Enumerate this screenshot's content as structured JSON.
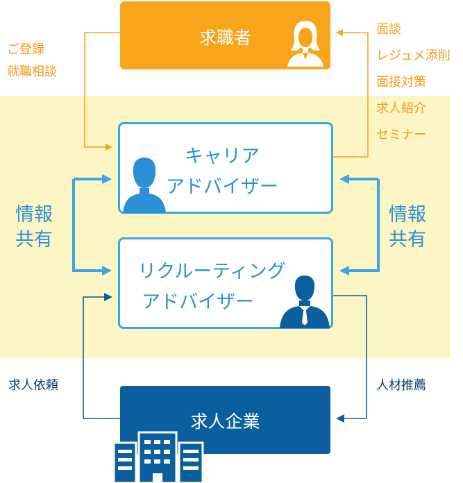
{
  "seeker": {
    "label": "求職者"
  },
  "career_advisor": {
    "line1": "キャリア",
    "line2": "アドバイザー"
  },
  "recruiting_advisor": {
    "line1": "リクルーティング",
    "line2": "アドバイザー"
  },
  "company": {
    "label": "求人企業"
  },
  "left_top_notes": [
    "ご登録",
    "就職相談"
  ],
  "right_top_notes": [
    "面談",
    "レジュメ添削",
    "面接対策",
    "求人紹介",
    "セミナー"
  ],
  "info_share_left": [
    "情報",
    "共有"
  ],
  "info_share_right": [
    "情報",
    "共有"
  ],
  "bottom_left_note": "求人依頼",
  "bottom_right_note": "人材推薦",
  "colors": {
    "orange": "#f8a51c",
    "blue": "#3aa6e6",
    "navy": "#0c5f9e",
    "band": "#fcf6c4"
  }
}
